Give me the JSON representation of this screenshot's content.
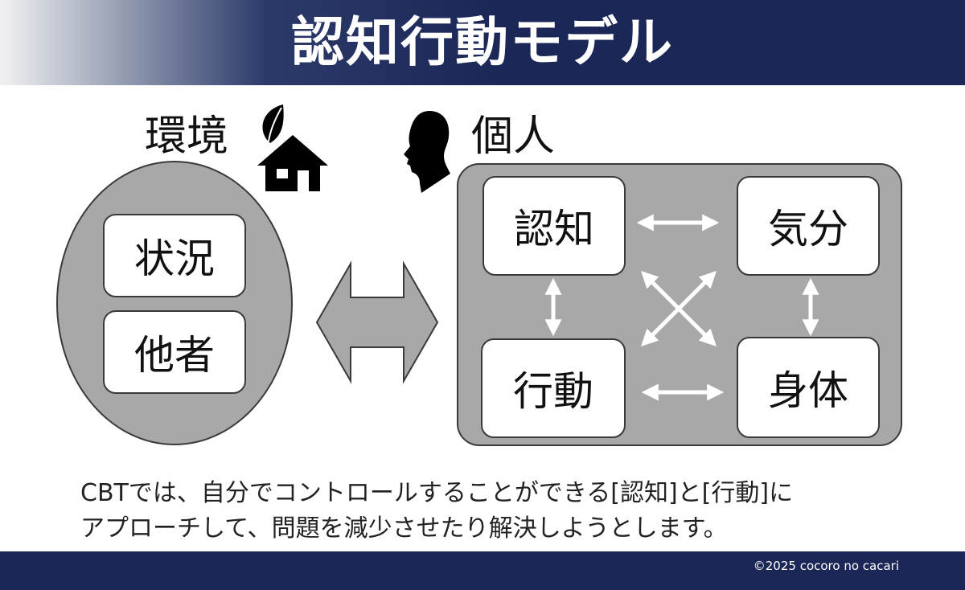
{
  "header": {
    "title": "認知行動モデル"
  },
  "environment": {
    "label": "環境",
    "items": [
      "状況",
      "他者"
    ]
  },
  "individual": {
    "label": "個人",
    "cognition": "認知",
    "mood": "気分",
    "behavior": "行動",
    "body": "身体"
  },
  "caption": {
    "line1": "CBTでは、自分でコントロールすることができる[認知]と[行動]に",
    "line2": "アプローチして、問題を減少させたり解決しようとします。"
  },
  "footer": {
    "copyright": "©2025 cocoro no cacari"
  },
  "colors": {
    "header_dark": "#1b2756",
    "panel_gray": "#a8a8a8",
    "box_white": "#ffffff",
    "arrow_white": "#ffffff"
  }
}
